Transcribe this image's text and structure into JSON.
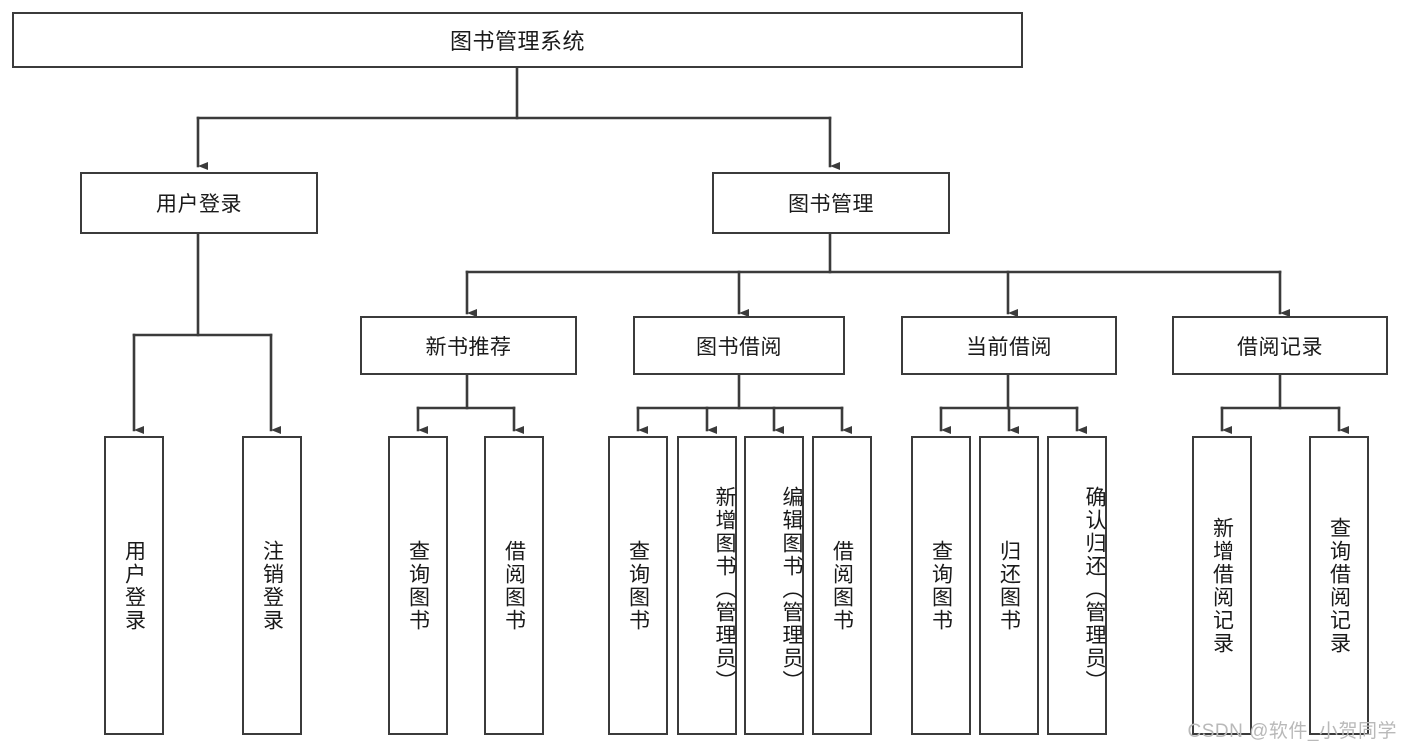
{
  "diagram": {
    "type": "tree-hierarchy-flowchart",
    "title_node": {
      "label": "图书管理系统"
    },
    "level2": [
      {
        "id": "user-login",
        "label": "用户登录"
      },
      {
        "id": "book-management",
        "label": "图书管理"
      }
    ],
    "level3": [
      {
        "id": "new-book-recommendation",
        "label": "新书推荐"
      },
      {
        "id": "book-borrowing",
        "label": "图书借阅"
      },
      {
        "id": "current-borrowing",
        "label": "当前借阅"
      },
      {
        "id": "borrowing-record",
        "label": "借阅记录"
      }
    ],
    "leaves": {
      "user_login": [
        {
          "id": "leaf-user-login",
          "label": "用户登录"
        },
        {
          "id": "leaf-logout",
          "label": "注销登录"
        }
      ],
      "new_book_recommendation": [
        {
          "id": "leaf-query-book-1",
          "label": "查询图书"
        },
        {
          "id": "leaf-borrow-book-1",
          "label": "借阅图书"
        }
      ],
      "book_borrowing": [
        {
          "id": "leaf-query-book-2",
          "label": "查询图书"
        },
        {
          "id": "leaf-add-book",
          "label": "新增图书（管理员）"
        },
        {
          "id": "leaf-edit-book",
          "label": "编辑图书（管理员）"
        },
        {
          "id": "leaf-borrow-book-2",
          "label": "借阅图书"
        }
      ],
      "current_borrowing": [
        {
          "id": "leaf-query-book-3",
          "label": "查询图书"
        },
        {
          "id": "leaf-return-book",
          "label": "归还图书"
        },
        {
          "id": "leaf-confirm-return",
          "label": "确认归还（管理员）"
        }
      ],
      "borrowing_record": [
        {
          "id": "leaf-add-record",
          "label": "新增借阅记录"
        },
        {
          "id": "leaf-query-record",
          "label": "查询借阅记录"
        }
      ]
    },
    "colors": {
      "stroke": "#3b3b3b",
      "fill": "#ffffff",
      "text": "#1a1a1a",
      "watermark": "#b9b9b9"
    }
  },
  "watermark": {
    "text": "CSDN @软件_小贺同学"
  }
}
